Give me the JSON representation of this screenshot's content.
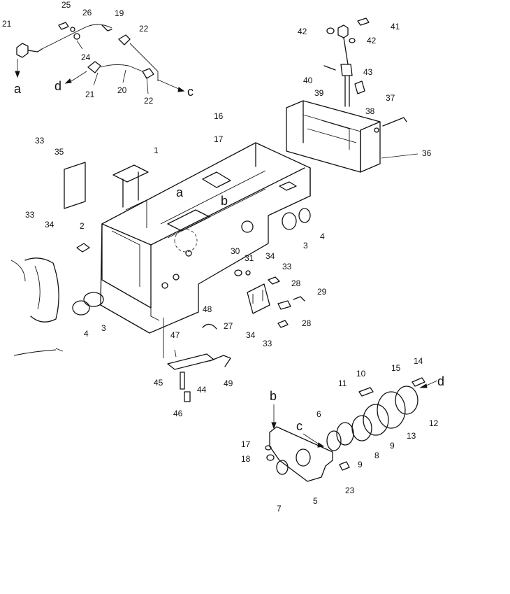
{
  "callouts": [
    "1",
    "2",
    "3",
    "3",
    "4",
    "4",
    "5",
    "6",
    "7",
    "8",
    "9",
    "9",
    "10",
    "11",
    "12",
    "13",
    "14",
    "15",
    "16",
    "17",
    "17",
    "18",
    "19",
    "20",
    "21",
    "21",
    "22",
    "22",
    "23",
    "24",
    "25",
    "26",
    "27",
    "28",
    "28",
    "29",
    "30",
    "31",
    "33",
    "33",
    "33",
    "33",
    "34",
    "34",
    "34",
    "35",
    "36",
    "37",
    "38",
    "39",
    "40",
    "41",
    "42",
    "42",
    "43",
    "44",
    "45",
    "46",
    "47",
    "48",
    "49"
  ],
  "connection_marks": [
    "a",
    "a",
    "b",
    "b",
    "c",
    "c",
    "d",
    "d"
  ]
}
